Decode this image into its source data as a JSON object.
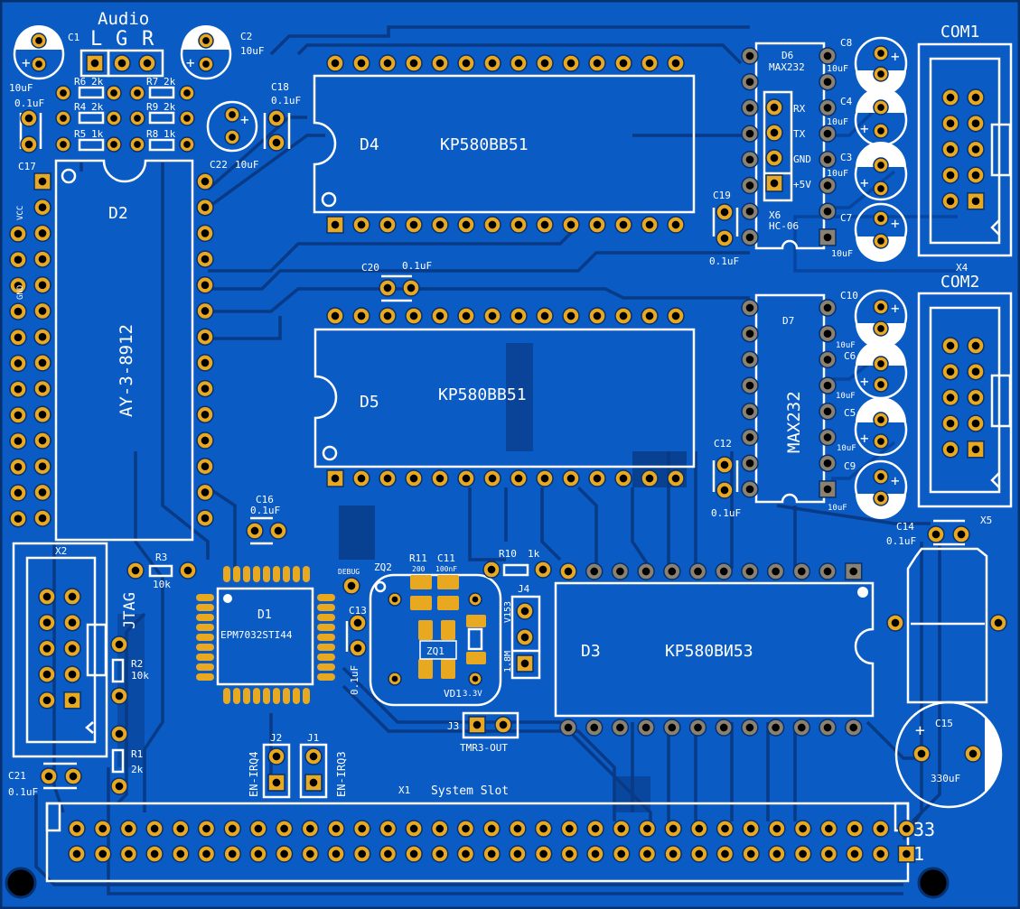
{
  "colors": {
    "board": "#0a5bc4",
    "copper_zone": "#083a86",
    "pad": "#e8a820",
    "pad_grey": "#8a8170",
    "silk": "#ffffff",
    "hole": "#000000"
  },
  "labels": {
    "audio": "Audio",
    "audio_l": "L",
    "audio_g": "G",
    "audio_r": "R",
    "c1": "C1",
    "c1_val": "10uF",
    "c2": "C2",
    "c2_val": "10uF",
    "r6": "R6",
    "r6_val": "2k",
    "r7": "R7",
    "r7_val": "2k",
    "r4": "R4",
    "r4_val": "2k",
    "r9": "R9",
    "r9_val": "2k",
    "r5": "R5",
    "r5_val": "1k",
    "r8": "R8",
    "r8_val": "1k",
    "c17_val": "0.1uF",
    "c17": "C17",
    "c18": "C18",
    "c18_val": "0.1uF",
    "c22": "C22",
    "c22_val": "10uF",
    "vcc": "VCC",
    "gnd": "GND",
    "d2": "D2",
    "d2_part": "AY-3-8912",
    "d4": "D4",
    "d4_part": "KP580BB51",
    "d5": "D5",
    "d5_part": "KP580BB51",
    "c20": "C20",
    "c20_val": "0.1uF",
    "d6": "D6",
    "d6_part": "MAX232",
    "rx": "RX",
    "tx": "TX",
    "gnd2": "GND",
    "p5v": "+5V",
    "x6": "X6",
    "x6_part": "HC-06",
    "c19": "C19",
    "c19_val": "0.1uF",
    "c8": "C8",
    "c8_val": "10uF",
    "c4": "C4",
    "c4_val": "10uF",
    "c3": "C3",
    "c3_val": "10uF",
    "c7": "C7",
    "c7_val": "10uF",
    "com1": "COM1",
    "x4": "X4",
    "com2": "COM2",
    "x5": "X5",
    "d7": "D7",
    "d7_part": "MAX232",
    "c10": "C10",
    "c10_val": "10uF",
    "c6": "C6",
    "c6_val": "10uF",
    "c5": "C5",
    "c5_val": "10uF",
    "c9": "C9",
    "c9_val": "10uF",
    "c12": "C12",
    "c12_val": "0.1uF",
    "c14": "C14",
    "c14_val": "0.1uF",
    "c15": "C15",
    "c15_val": "330uF",
    "c16": "C16",
    "c16_val": "0.1uF",
    "x2": "X2",
    "jtag": "JTAG",
    "r3": "R3",
    "r3_val": "10k",
    "r2": "R2",
    "r2_val": "10k",
    "r1": "R1",
    "r1_val": "2k",
    "c21": "C21",
    "c21_val": "0.1uF",
    "d1": "D1",
    "d1_part": "EPM7032STI44",
    "debug": "DEBUG",
    "c13": "C13",
    "c13_val": "0.1uF",
    "zq2": "ZQ2",
    "r11": "R11",
    "r11_val": "200",
    "c11": "C11",
    "c11_val": "100nF",
    "zq1": "ZQ1",
    "vd1": "VD1",
    "vd1_val": "3.3V",
    "r10": "R10",
    "r10_val": "1k",
    "j4": "J4",
    "j4_a": "V153",
    "j4_b": "1.8M",
    "j3": "J3",
    "j3_label": "TMR3-OUT",
    "j2": "J2",
    "j1": "J1",
    "en_irq4": "EN-IRQ4",
    "en_irq3": "EN-IRQ3",
    "d3": "D3",
    "d3_part": "KP580ВИ53",
    "x1": "X1",
    "x1_label": "System Slot",
    "pin33": "33",
    "pin1": "1"
  }
}
